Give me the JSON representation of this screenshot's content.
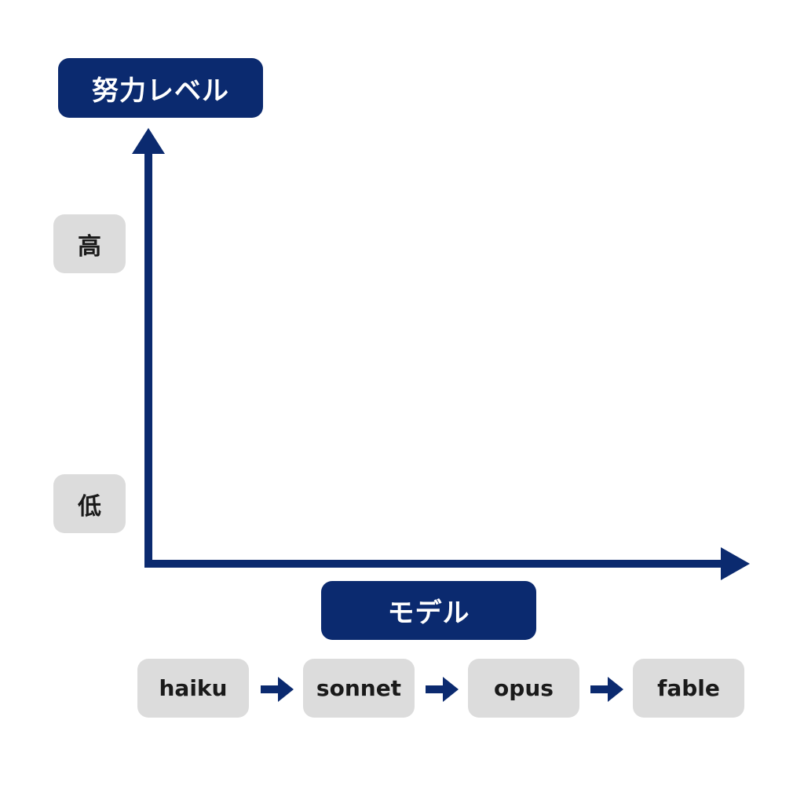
{
  "y_axis": {
    "title": "努力レベル",
    "high_label": "高",
    "low_label": "低"
  },
  "x_axis": {
    "title": "モデル"
  },
  "models": [
    "haiku",
    "sonnet",
    "opus",
    "fable"
  ],
  "colors": {
    "navy": "#0b2a6f",
    "chip": "#dcdcdc",
    "text_dark": "#1a1a1a",
    "background": "#ffffff"
  }
}
